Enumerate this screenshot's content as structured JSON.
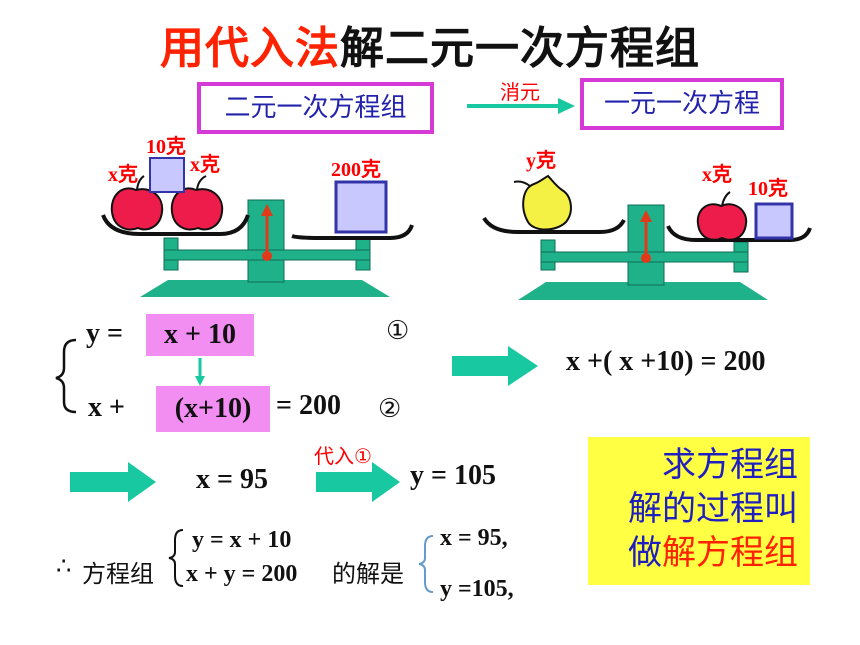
{
  "title": {
    "part1": "用代入法",
    "part2": "解二元一次方程组"
  },
  "flow": {
    "left_box": "二元一次方程组",
    "arrow_label": "消元",
    "right_box": "一元一次方程"
  },
  "scale_left": {
    "label_top_block": "10克",
    "label_apple_left": "x克",
    "label_apple_right": "x克",
    "label_right_block": "200克"
  },
  "scale_right": {
    "label_pear": "y克",
    "label_apple": "x克",
    "label_block": "10克"
  },
  "system": {
    "eq1_left": "y =",
    "eq1_hl": "x + 10",
    "eq1_num": "①",
    "eq2_left": "x   +",
    "eq2_hl": "(x+10)",
    "eq2_right": "= 200",
    "eq2_num": "②"
  },
  "substituted": "x +( x +10) = 200",
  "solve_x": "x = 95",
  "substitute_label": "代入①",
  "solve_y": "y = 105",
  "conclusion": {
    "therefore": "∴",
    "prefix": "方程组",
    "sys_line1": "y  = x + 10",
    "sys_line2": "x + y = 200",
    "middle": "的解是",
    "sol_line1": "x = 95,",
    "sol_line2": "y =105,"
  },
  "note": {
    "line1": "求方程组",
    "line2": "解的过程叫",
    "line3_prefix": "做",
    "line3_red": "解方程组"
  },
  "colors": {
    "title_red": "#ff2200",
    "box_border": "#d63ad6",
    "box_text": "#2222aa",
    "arrow_green": "#18c8a0",
    "scale_green": "#1fb18a",
    "highlight_pink": "#f28ef2",
    "note_bg": "#ffff44",
    "note_text": "#1f1fbf"
  }
}
